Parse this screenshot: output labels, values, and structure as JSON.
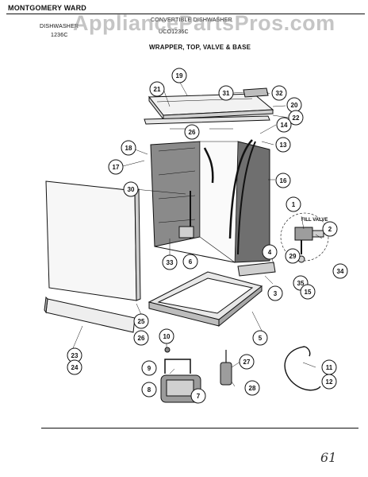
{
  "header": {
    "brand": "MONTGOMERY WARD",
    "left_line1": "DISHWASHER",
    "left_line2": "1236C",
    "center_line1": "CONVERTIBLE DISHWASHER",
    "center_line2": "UCO1236C",
    "section_title": "WRAPPER, TOP, VALVE & BASE"
  },
  "watermark": "AppliancePartsPros.com",
  "diagram": {
    "fill_valve_label": "FILL VALVE",
    "callouts": [
      "19",
      "21",
      "31",
      "32",
      "20",
      "22",
      "14",
      "26",
      "13",
      "18",
      "17",
      "16",
      "30",
      "1",
      "2",
      "29",
      "34",
      "35",
      "15",
      "33",
      "6",
      "4",
      "3",
      "5",
      "25",
      "26",
      "23",
      "24",
      "10",
      "27",
      "9",
      "11",
      "12",
      "8",
      "7",
      "28"
    ]
  },
  "footer": {
    "page_mark": "61"
  }
}
